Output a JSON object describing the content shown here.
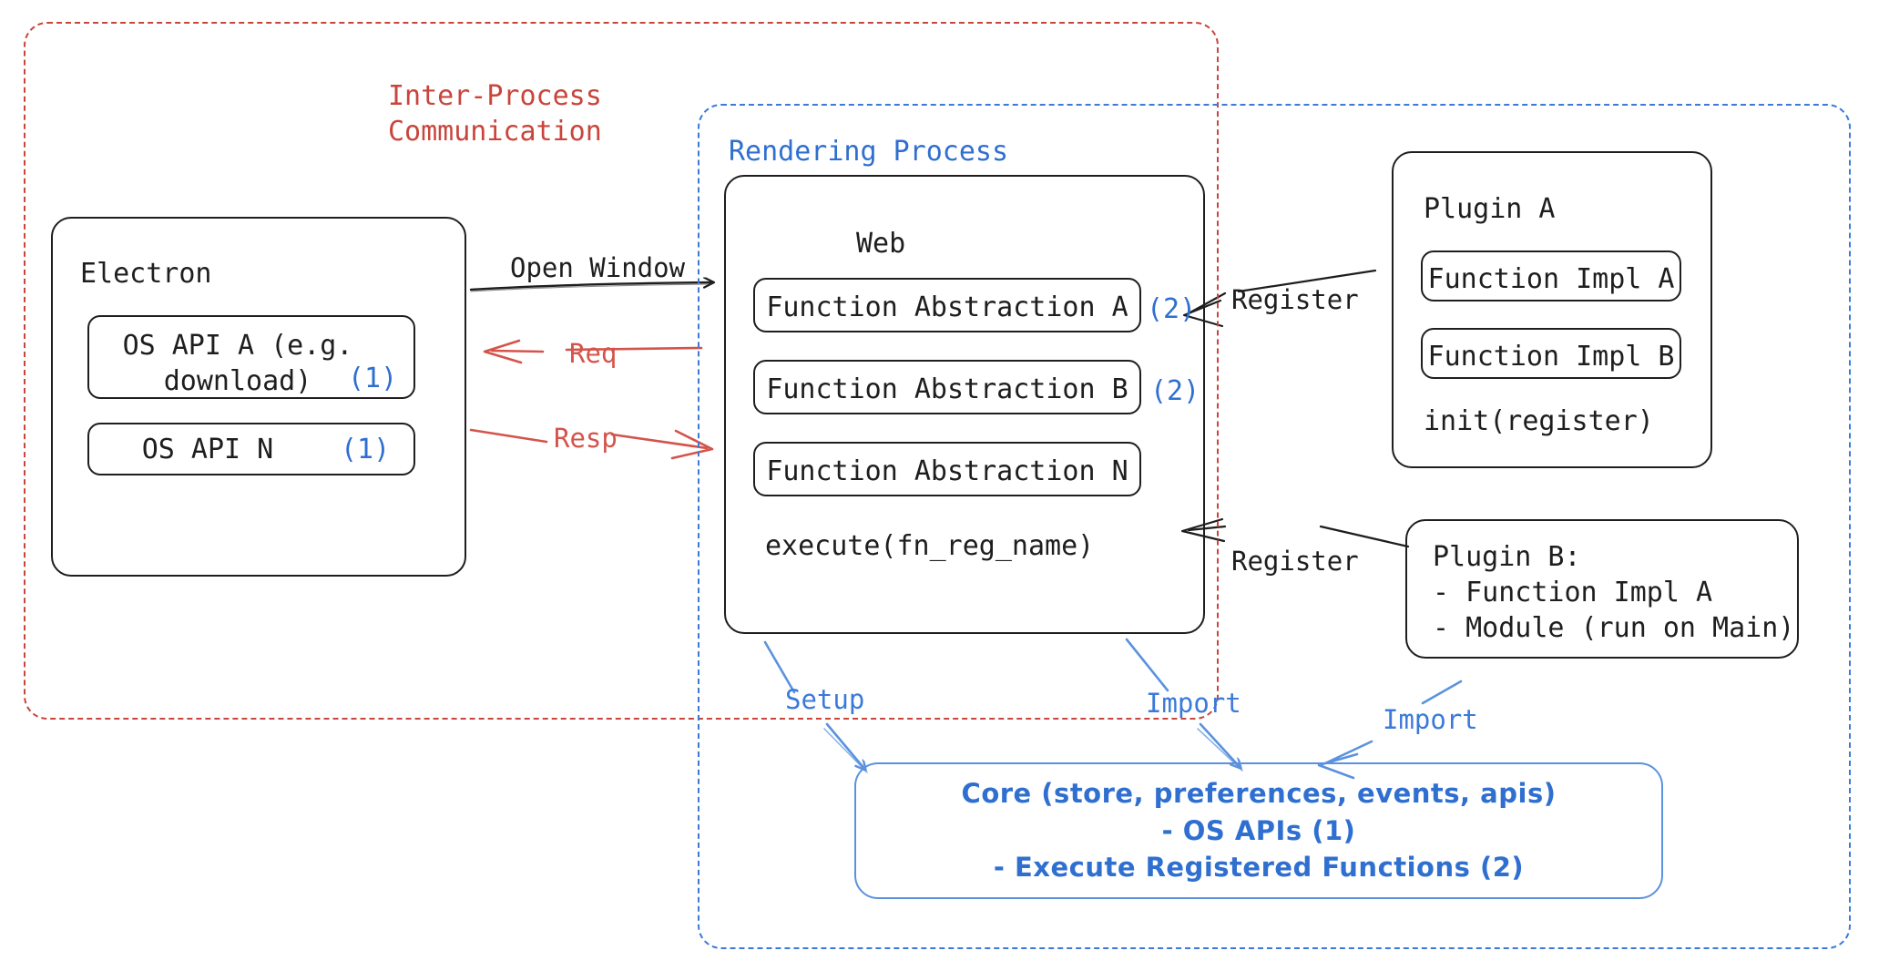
{
  "diagram": {
    "title": "Electron plugin architecture",
    "colors": {
      "ink": "#1e1e1e",
      "red": "#c9453c",
      "red_arrow": "#d4544b",
      "blue": "#2f6fd0",
      "blue_frame": "#3b7ad9",
      "core_blue": "#5b92dd"
    }
  },
  "frames": {
    "ipc": {
      "label": "Inter-Process\nCommunication",
      "color": "#c9453c"
    },
    "rendering": {
      "label": "Rendering Process",
      "color": "#2f6fd0"
    }
  },
  "electron": {
    "title": "Electron",
    "apis": [
      {
        "label": "OS API A (e.g.\ndownload)",
        "badge": "(1)"
      },
      {
        "label": "OS API N",
        "badge": "(1)"
      }
    ]
  },
  "web": {
    "title": "Web",
    "functions": [
      {
        "label": "Function Abstraction A",
        "badge": "(2)"
      },
      {
        "label": "Function Abstraction B",
        "badge": "(2)"
      },
      {
        "label": "Function Abstraction N",
        "badge": ""
      }
    ],
    "footer": "execute(fn_reg_name)"
  },
  "plugin_a": {
    "title": "Plugin A",
    "items": [
      {
        "label": "Function Impl A"
      },
      {
        "label": "Function Impl B"
      }
    ],
    "footer": "init(register)"
  },
  "plugin_b": {
    "text": "Plugin B:\n- Function Impl A\n- Module (run on Main)"
  },
  "core": {
    "line1": "Core (store, preferences, events, apis)",
    "line2": "- OS APIs (1)",
    "line3": "- Execute Registered Functions (2)"
  },
  "arrows": {
    "open_window": "Open Window",
    "req": "Req",
    "resp": "Resp",
    "register_a": "Register",
    "register_b": "Register",
    "setup": "Setup",
    "import_web": "Import",
    "import_plugin_b": "Import"
  }
}
